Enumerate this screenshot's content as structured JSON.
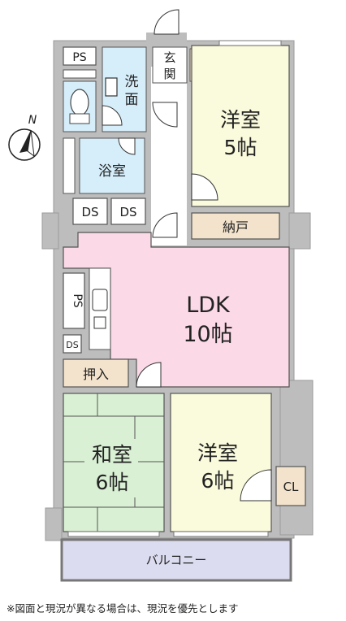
{
  "rooms": {
    "ps_top": "PS",
    "washroom": "洗\n面",
    "genkan": "玄\n関",
    "bathroom": "浴室",
    "ds1": "DS",
    "ds2": "DS",
    "western_north": {
      "name": "洋室",
      "size": "5帖"
    },
    "storage": "納戸",
    "ldk": {
      "name": "LDK",
      "size": "10帖"
    },
    "ps_side": "PS",
    "ds_small": "DS",
    "oshiire": "押入",
    "japanese": {
      "name": "和室",
      "size": "6帖"
    },
    "western_south": {
      "name": "洋室",
      "size": "6帖"
    },
    "closet": "CL",
    "balcony": "バルコニー"
  },
  "compass": {
    "label": "N"
  },
  "note": "※図面と現況が異なる場合は、現況を優先とします",
  "colors": {
    "wall": "#bdbdbd",
    "water": "#d6eefa",
    "western": "#fafadc",
    "ldk": "#fbd9e6",
    "storage": "#f3e3cc",
    "japanese": "#d9f0d4",
    "balcony": "#dcdcf0"
  }
}
